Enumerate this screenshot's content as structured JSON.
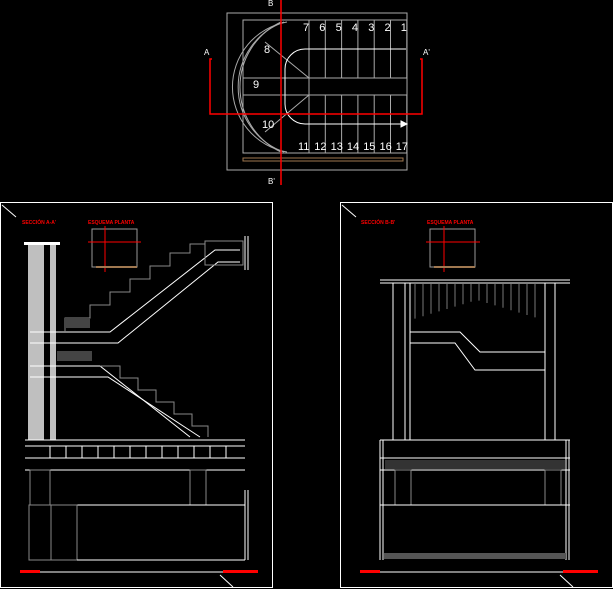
{
  "plan": {
    "step_numbers_top": [
      "7",
      "6",
      "5",
      "4",
      "3",
      "2",
      "1"
    ],
    "step_numbers_bottom": [
      "11",
      "12",
      "13",
      "14",
      "15",
      "16",
      "17"
    ],
    "landing_numbers": [
      "8",
      "9",
      "10"
    ],
    "section_marks": {
      "a": "A",
      "a_prime": "A'",
      "b": "B",
      "b_prime": "B'"
    }
  },
  "section_left": {
    "title": "SECCIÓN A-A'",
    "schema_title": "ESQUEMA PLANTA"
  },
  "section_right": {
    "title": "SECCIÓN B-B'",
    "schema_title": "ESQUEMA PLANTA"
  },
  "colors": {
    "background": "#000000",
    "line": "#ffffff",
    "grey": "#bfbfbf",
    "cut": "#ff0000",
    "wood": "#a07850"
  }
}
